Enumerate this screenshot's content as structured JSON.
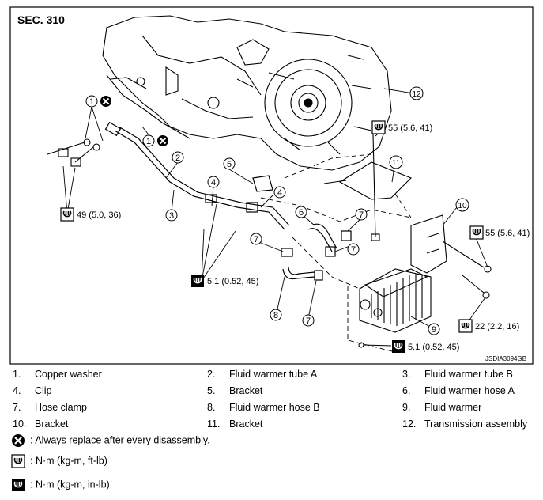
{
  "section": "SEC. 310",
  "figure_code": "JSDIA3094GB",
  "callouts": [
    "1",
    "2",
    "3",
    "4",
    "5",
    "6",
    "7",
    "8",
    "9",
    "10",
    "11",
    "12"
  ],
  "torques": {
    "t49": "49 (5.0, 36)",
    "t55a": "55 (5.6, 41)",
    "t55b": "55 (5.6, 41)",
    "t51a": "5.1 (0.52, 45)",
    "t51b": "5.1 (0.52, 45)",
    "t22": "22 (2.2, 16)"
  },
  "parts": [
    {
      "num": "1.",
      "name": "Copper washer"
    },
    {
      "num": "2.",
      "name": "Fluid warmer tube A"
    },
    {
      "num": "3.",
      "name": "Fluid warmer tube B"
    },
    {
      "num": "4.",
      "name": "Clip"
    },
    {
      "num": "5.",
      "name": "Bracket"
    },
    {
      "num": "6.",
      "name": "Fluid warmer hose A"
    },
    {
      "num": "7.",
      "name": "Hose clamp"
    },
    {
      "num": "8.",
      "name": "Fluid warmer hose B"
    },
    {
      "num": "9.",
      "name": "Fluid warmer"
    },
    {
      "num": "10.",
      "name": "Bracket"
    },
    {
      "num": "11.",
      "name": "Bracket"
    },
    {
      "num": "12.",
      "name": "Transmission assembly"
    }
  ],
  "notes": {
    "replace": ": Always replace after every disassembly.",
    "nm_ftlb": ": N·m (kg-m, ft-lb)",
    "nm_inlb": ": N·m (kg-m, in-lb)"
  },
  "icons": {
    "replace": "circle-x-icon",
    "torque_ftlb": "torque-wrench-icon",
    "torque_inlb": "torque-wrench-filled-icon"
  }
}
